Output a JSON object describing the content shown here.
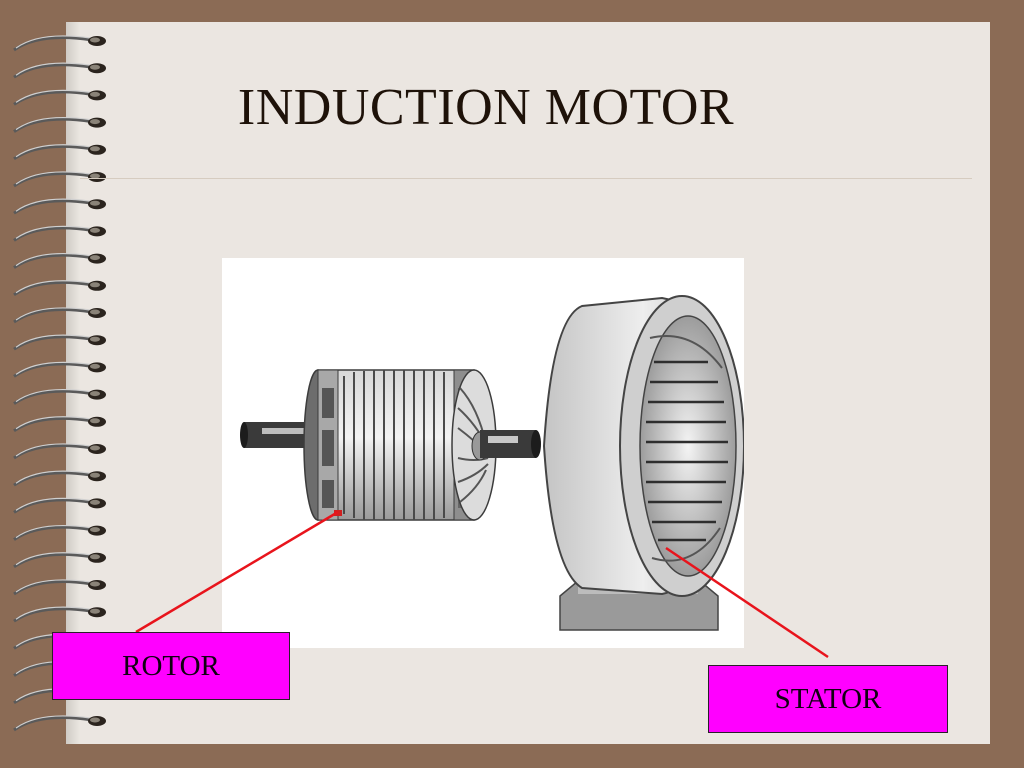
{
  "slide": {
    "title": "INDUCTION MOTOR"
  },
  "labels": {
    "rotor": "ROTOR",
    "stator": "STATOR"
  },
  "colors": {
    "frame": "#8b6b55",
    "page": "#ebe6e1",
    "label_fill": "#ff00ff",
    "leader_line": "#e8141c",
    "title_text": "#1e1209"
  },
  "icons": {
    "binding": "spiral-binding-icon",
    "motor": "motor-illustration-icon"
  }
}
